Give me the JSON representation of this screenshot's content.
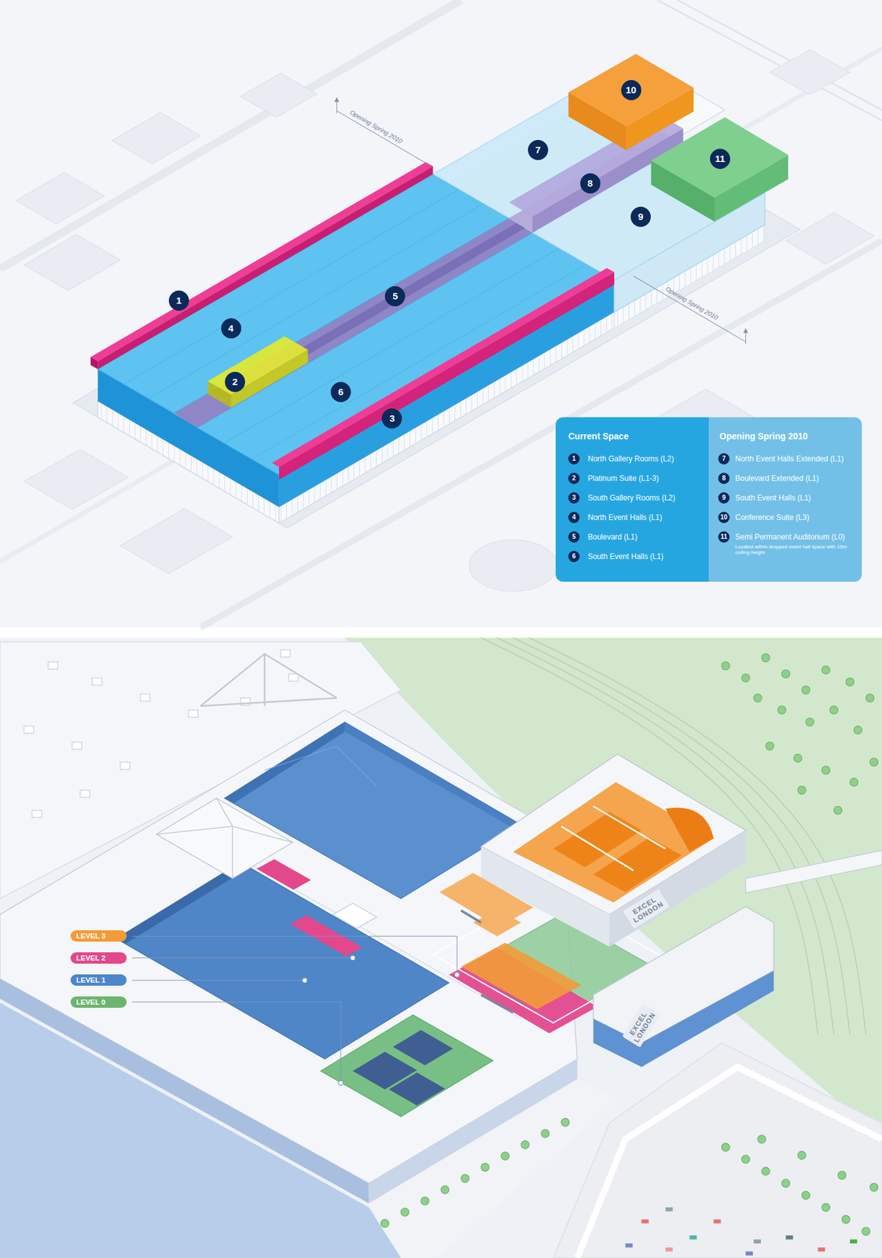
{
  "diagram": {
    "nodes": [
      {
        "text": [
          "Current Space"
        ]
      },
      {
        "text": [
          "1",
          "North Gallery Rooms (L2)"
        ],
        "in": 0
      },
      {
        "text": [
          "2",
          "Platinum Suite (L1-3)"
        ],
        "in": 0
      },
      {
        "text": [
          "3",
          "South Gallery Rooms (L2)"
        ],
        "in": 0
      },
      {
        "text": [
          "4",
          "North Event Halls (L1)"
        ],
        "in": 0
      },
      {
        "text": [
          "5",
          "Boulevard (L1)"
        ],
        "in": 0
      },
      {
        "text": [
          "6",
          "South Event Halls (L1)"
        ],
        "in": 0
      },
      {
        "text": [
          "Opening Spring 2010"
        ]
      },
      {
        "text": [
          "7",
          "North Event Halls Extended (L1)"
        ],
        "in": 7
      },
      {
        "text": [
          "8",
          "Boulevard Extended (L1)"
        ],
        "in": 7
      },
      {
        "text": [
          "9",
          "South Event Halls (L1)"
        ],
        "in": 7
      },
      {
        "text": [
          "10",
          "Conference Suite (L3)"
        ],
        "in": 7
      },
      {
        "text": [
          "11",
          "Semi Permanent Auditorium (L0)",
          "Located within dropped event hall space with 15m ceiling height"
        ],
        "in": 7
      }
    ],
    "labels": [
      "Opening Spring 2010",
      "Opening Spring 2010",
      "1",
      "2",
      "3",
      "4",
      "5",
      "6",
      "7",
      "8",
      "9",
      "10",
      "11",
      "EXCEL LONDON",
      "EXCEL LONDON"
    ],
    "legend": [
      {
        "text": "LEVEL 3",
        "color": "#f29b38"
      },
      {
        "text": "LEVEL 2",
        "color": "#e3488d"
      },
      {
        "text": "LEVEL 1",
        "color": "#4d86cc"
      },
      {
        "text": "LEVEL 0",
        "color": "#6cb56f"
      }
    ]
  }
}
